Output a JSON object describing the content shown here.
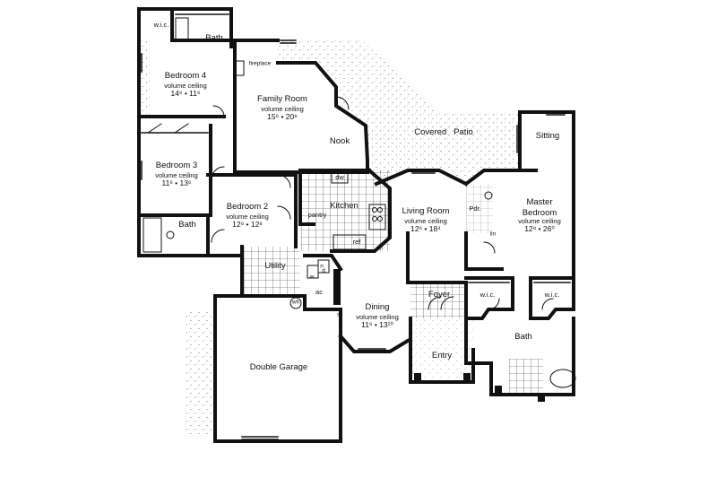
{
  "rooms": {
    "bath_top": "Bath",
    "wic_top": "w.i.c.",
    "bedroom4": {
      "name": "Bedroom 4",
      "ceiling": "volume ceiling",
      "dims": "14⁶ • 11⁶"
    },
    "fireplace": "fireplace",
    "family": {
      "name": "Family Room",
      "ceiling": "volume ceiling",
      "dims": "15⁶ • 20⁸"
    },
    "nook": "Nook",
    "covered_patio": "Covered   Patio",
    "sitting": "Sitting",
    "bedroom3": {
      "name": "Bedroom 3",
      "ceiling": "volume ceiling",
      "dims": "11⁶ • 13⁶"
    },
    "bedroom2": {
      "name": "Bedroom 2",
      "ceiling": "volume ceiling",
      "dims": "12⁸ • 12⁸"
    },
    "bath_left": "Bath",
    "kitchen": "Kitchen",
    "pantry": "pantry",
    "dw": "dw",
    "ref": "ref",
    "living": {
      "name": "Living Room",
      "ceiling": "volume ceiling",
      "dims": "12⁶ • 18⁴"
    },
    "pdr": "Pdr.",
    "lin": "lin",
    "master": {
      "name1": "Master",
      "name2": "Bedroom",
      "ceiling": "volume ceiling",
      "dims": "12⁸ • 26⁰"
    },
    "utility": "Utility",
    "w": "w",
    "d": "d",
    "n1": "n",
    "n2": "n",
    "n3": "n",
    "ac": "ac",
    "wh": "wh",
    "dining": {
      "name": "Dining",
      "ceiling": "volume ceiling",
      "dims": "11⁶ • 13¹⁰"
    },
    "foyer": "Foyer",
    "wic_left": "w.i.c.",
    "wic_right": "w.i.c.",
    "bath_master": "Bath",
    "double_garage": "Double Garage",
    "entry": "Entry"
  }
}
